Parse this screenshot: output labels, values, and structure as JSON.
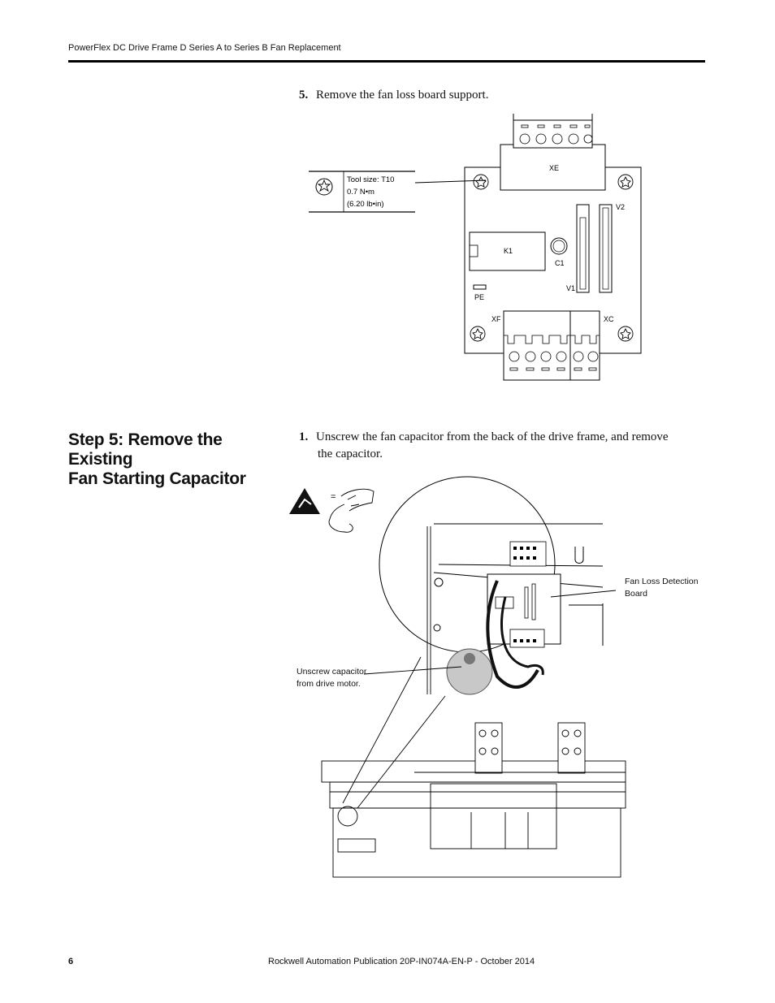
{
  "header": {
    "title": "PowerFlex DC Drive Frame D Series A to Series B Fan Replacement"
  },
  "step5": {
    "number": "5.",
    "text": "Remove the fan loss board support."
  },
  "figure1": {
    "tool": {
      "line1": "Tool size: T10",
      "line2": "0.7 N•m",
      "line3": "(6.20 lb•in)"
    },
    "labels": {
      "xe": "XE",
      "v2": "V2",
      "k1": "K1",
      "c1": "C1",
      "v1": "V1",
      "pe": "PE",
      "xf": "XF",
      "xc": "XC"
    }
  },
  "section": {
    "heading_line1": "Step 5:  Remove the Existing",
    "heading_line2": "Fan Starting Capacitor"
  },
  "step1": {
    "number": "1.",
    "text_line1": "Unscrew the fan capacitor from the back of the drive frame, and remove",
    "text_line2": "the capacitor."
  },
  "figure2": {
    "esd_equals": "=",
    "callout_board": {
      "line1": "Fan Loss Detection",
      "line2": "Board"
    },
    "callout_capacitor": {
      "line1": "Unscrew capacitor",
      "line2": "from drive motor."
    }
  },
  "footer": {
    "page": "6",
    "publication": "Rockwell Automation Publication 20P-IN074A-EN-P - October 2014"
  }
}
